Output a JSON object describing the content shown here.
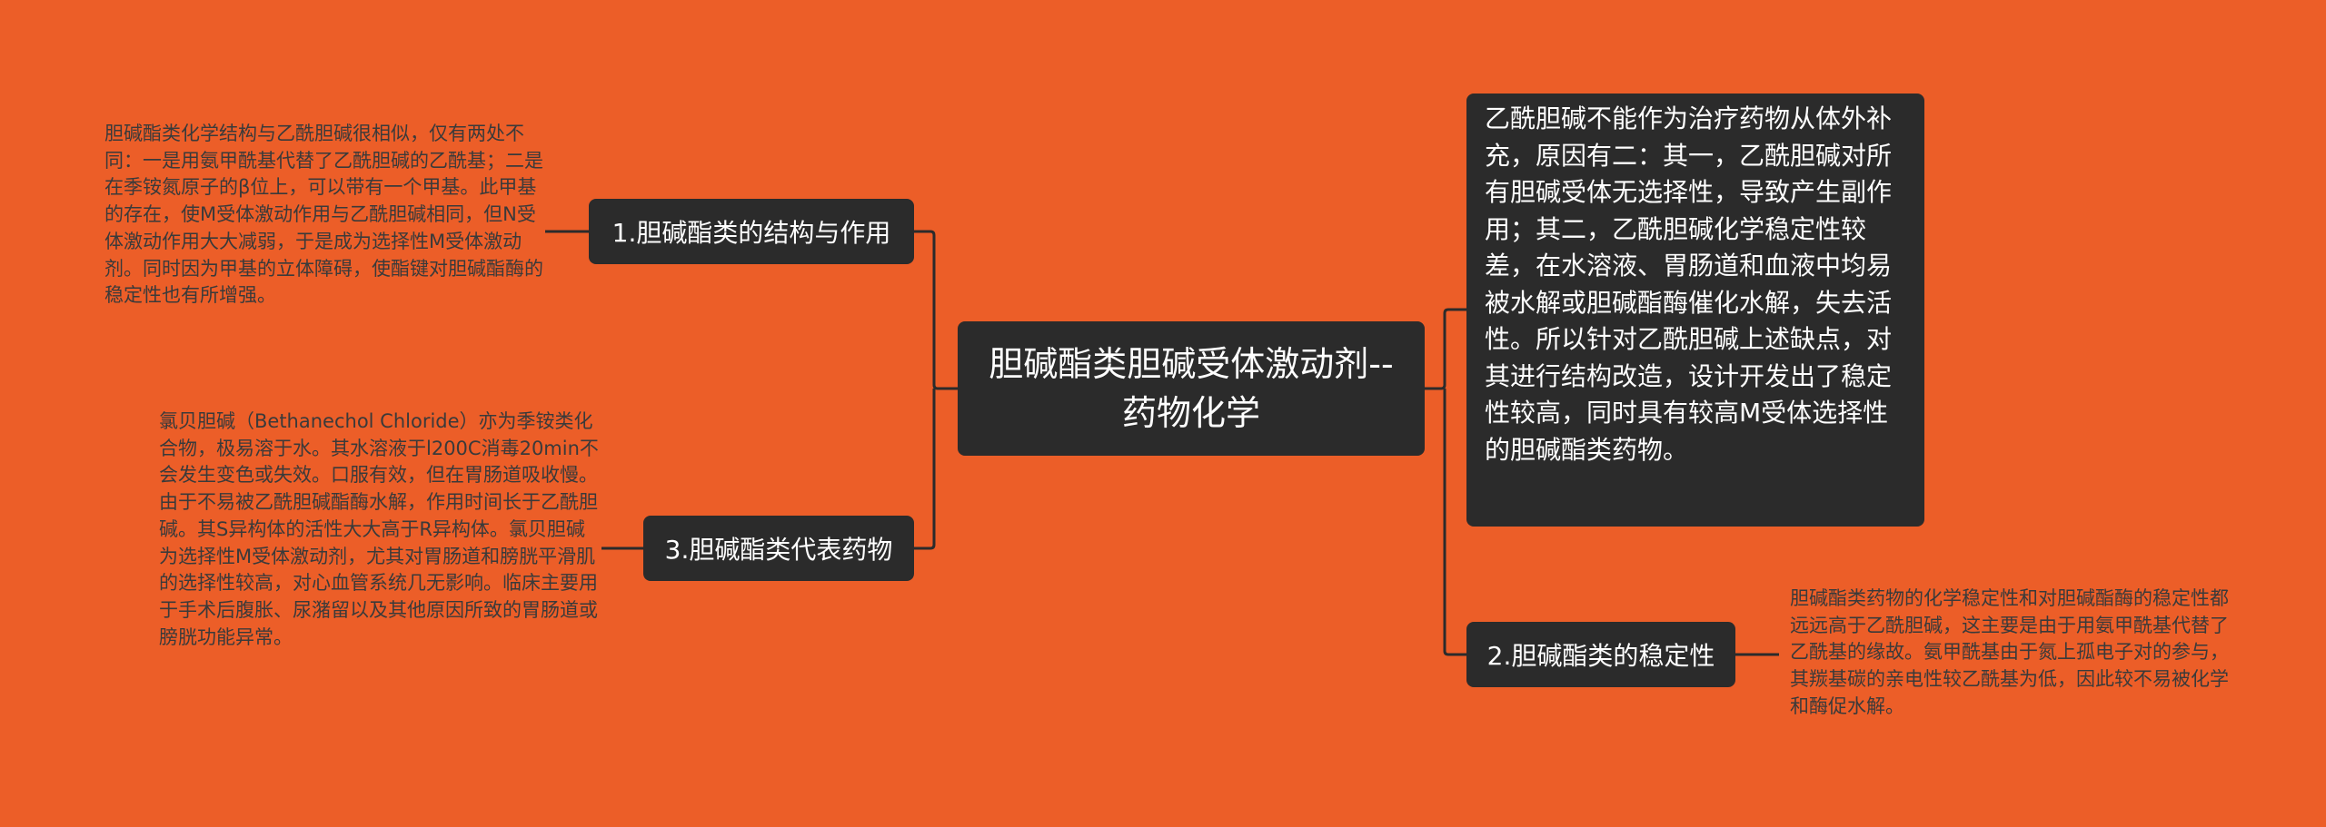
{
  "palette": {
    "background": "#ec5e28",
    "node_fill": "#2b2b2b",
    "node_text": "#ffffff",
    "connector": "#2b2b2b",
    "note_text": "#3a3a3a"
  },
  "center": {
    "label": "胆碱酯类胆碱受体激动剂--药物化学"
  },
  "branches": {
    "b1": {
      "label": "1.胆碱酯类的结构与作用",
      "note": "胆碱酯类化学结构与乙酰胆碱很相似，仅有两处不同：一是用氨甲酰基代替了乙酰胆碱的乙酰基；二是在季铵氮原子的β位上，可以带有一个甲基。此甲基的存在，使M受体激动作用与乙酰胆碱相同，但N受体激动作用大大减弱，于是成为选择性M受体激动剂。同时因为甲基的立体障碍，使酯键对胆碱酯酶的稳定性也有所增强。"
    },
    "b3": {
      "label": "3.胆碱酯类代表药物",
      "note": "氯贝胆碱（Bethanechol Chloride）亦为季铵类化合物，极易溶于水。其水溶液于l200C消毒20min不会发生变色或失效。口服有效，但在胃肠道吸收慢。由于不易被乙酰胆碱酯酶水解，作用时间长于乙酰胆碱。其S异构体的活性大大高于R异构体。氯贝胆碱为选择性M受体激动剂，尤其对胃肠道和膀胱平滑肌的选择性较高，对心血管系统几无影响。临床主要用于手术后腹胀、尿潴留以及其他原因所致的胃肠道或膀胱功能异常。"
    },
    "intro": {
      "text": "乙酰胆碱不能作为治疗药物从体外补充，原因有二：其一，乙酰胆碱对所有胆碱受体无选择性，导致产生副作用；其二，乙酰胆碱化学稳定性较差，在水溶液、胃肠道和血液中均易被水解或胆碱酯酶催化水解，失去活性。所以针对乙酰胆碱上述缺点，对其进行结构改造，设计开发出了稳定性较高，同时具有较高M受体选择性的胆碱酯类药物。"
    },
    "b2": {
      "label": "2.胆碱酯类的稳定性",
      "note": "胆碱酯类药物的化学稳定性和对胆碱酯酶的稳定性都远远高于乙酰胆碱，这主要是由于用氨甲酰基代替了乙酰基的缘故。氨甲酰基由于氮上孤电子对的参与，其羰基碳的亲电性较乙酰基为低，因此较不易被化学和酶促水解。"
    }
  }
}
